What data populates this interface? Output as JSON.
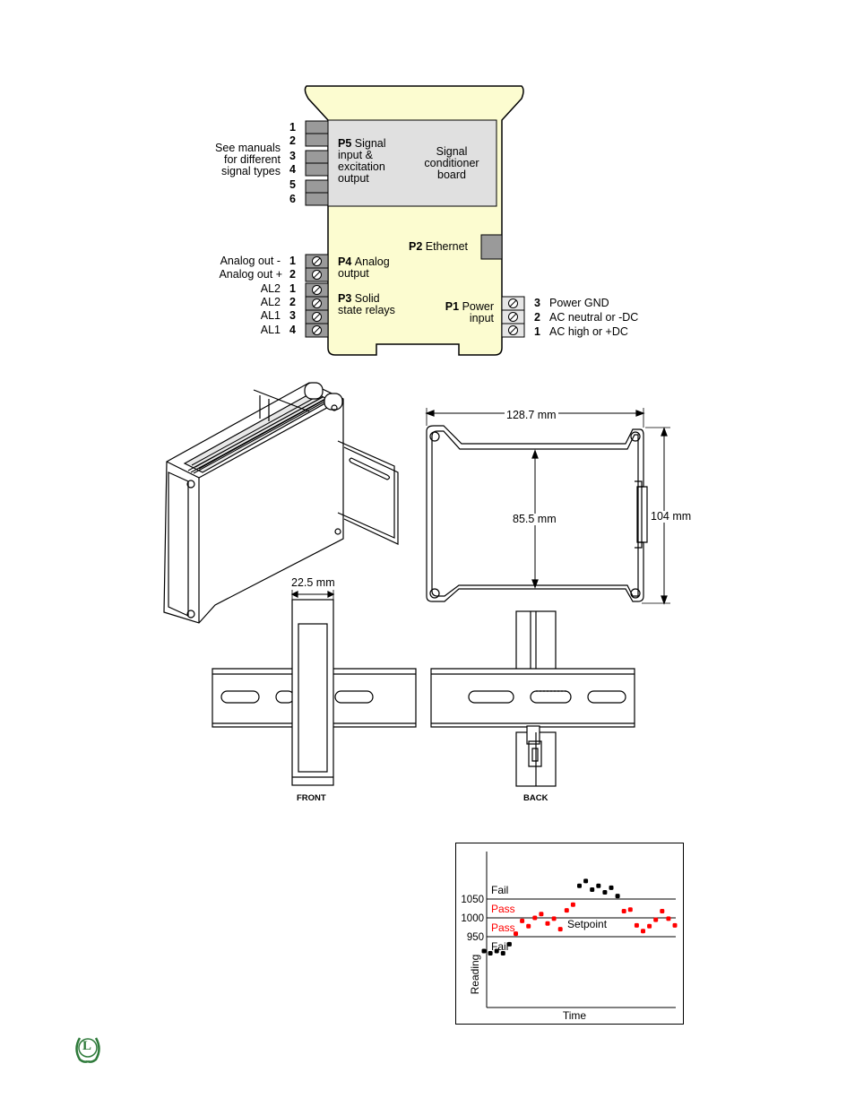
{
  "wiring": {
    "p5": {
      "designator": "P5",
      "label_lines": [
        "Signal",
        "input &",
        "excitation",
        "output"
      ]
    },
    "board": {
      "lines": [
        "Signal",
        "conditioner",
        "board"
      ]
    },
    "p2": {
      "designator": "P2",
      "label": "Ethernet"
    },
    "p4": {
      "designator": "P4",
      "label_lines": [
        "Analog",
        "output"
      ]
    },
    "p3": {
      "designator": "P3",
      "label_lines": [
        "Solid",
        "state relays"
      ]
    },
    "p1": {
      "designator": "P1",
      "label_lines": [
        "Power",
        "input"
      ]
    },
    "see_manuals": [
      "See manuals",
      "for different",
      "signal types"
    ],
    "p5_pins": [
      "1",
      "2",
      "3",
      "4",
      "5",
      "6"
    ],
    "left_pins": [
      {
        "name": "Analog out -",
        "pin": "1"
      },
      {
        "name": "Analog out +",
        "pin": "2"
      },
      {
        "name": "AL2",
        "pin": "1"
      },
      {
        "name": "AL2",
        "pin": "2"
      },
      {
        "name": "AL1",
        "pin": "3"
      },
      {
        "name": "AL1",
        "pin": "4"
      }
    ],
    "power_pins": [
      {
        "pin": "3",
        "name": "Power GND"
      },
      {
        "pin": "2",
        "name": "AC neutral or -DC"
      },
      {
        "pin": "1",
        "name": "AC high or +DC"
      }
    ]
  },
  "dimensions": {
    "width": "128.7 mm",
    "inner_height": "85.5 mm",
    "height": "104 mm",
    "depth": "22.5 mm"
  },
  "views": {
    "front": "FRONT",
    "back": "BACK"
  },
  "chart_data": {
    "type": "scatter",
    "xlabel": "Time",
    "ylabel": "Reading",
    "y_ticks": [
      1050,
      1000,
      950
    ],
    "reference_lines": [
      {
        "value": 1050
      },
      {
        "value": 1000,
        "label": "Setpoint"
      },
      {
        "value": 950
      }
    ],
    "zones": [
      {
        "label": "Fail",
        "color": "#000000"
      },
      {
        "label": "Pass",
        "color": "#ff0000"
      },
      {
        "label": "Pass",
        "color": "#ff0000"
      },
      {
        "label": "Fail",
        "color": "#000000"
      }
    ],
    "series": [
      {
        "color": "#000000",
        "points": [
          [
            1,
            912
          ],
          [
            2,
            906
          ],
          [
            3,
            912
          ],
          [
            4,
            906
          ],
          [
            5,
            930
          ],
          [
            16,
            1085
          ],
          [
            17,
            1098
          ],
          [
            18,
            1075
          ],
          [
            19,
            1085
          ],
          [
            20,
            1068
          ],
          [
            21,
            1080
          ],
          [
            22,
            1058
          ]
        ]
      },
      {
        "color": "#ff0000",
        "points": [
          [
            6,
            958
          ],
          [
            7,
            992
          ],
          [
            8,
            978
          ],
          [
            9,
            1000
          ],
          [
            10,
            1010
          ],
          [
            11,
            985
          ],
          [
            12,
            998
          ],
          [
            13,
            970
          ],
          [
            14,
            1020
          ],
          [
            15,
            1035
          ],
          [
            23,
            1018
          ],
          [
            24,
            1022
          ],
          [
            25,
            980
          ],
          [
            26,
            965
          ],
          [
            27,
            978
          ],
          [
            28,
            995
          ],
          [
            29,
            1018
          ],
          [
            30,
            998
          ],
          [
            31,
            980
          ]
        ]
      }
    ],
    "colors": {
      "fail": "#000000",
      "pass": "#ff0000"
    }
  },
  "logo": {
    "letter": "L"
  }
}
